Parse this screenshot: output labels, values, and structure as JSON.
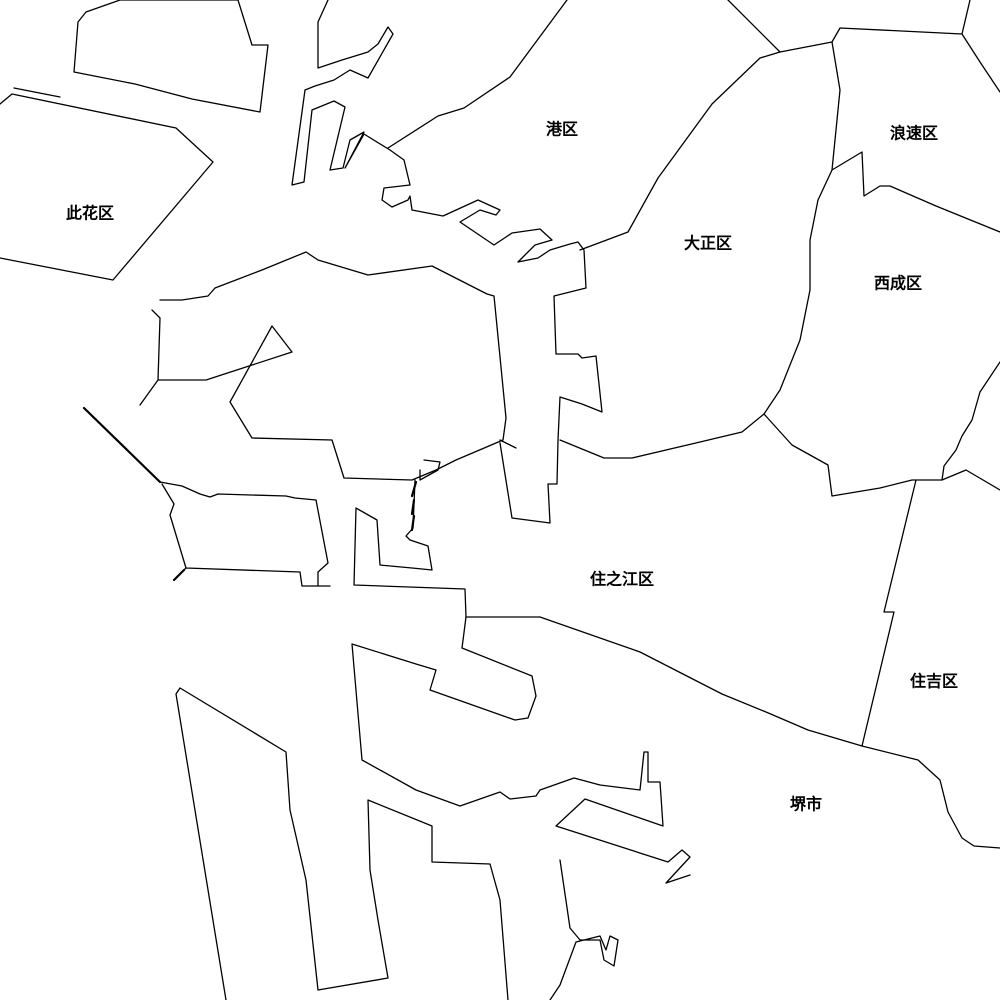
{
  "map": {
    "background": "#ffffff",
    "line_color": "#000000",
    "labels": {
      "konohana": "此花区",
      "minato": "港区",
      "naniwa": "浪速区",
      "taisho": "大正区",
      "nishinari": "西成区",
      "suminoe": "住之江区",
      "sumiyoshi": "住吉区",
      "sakai": "堺市"
    }
  }
}
